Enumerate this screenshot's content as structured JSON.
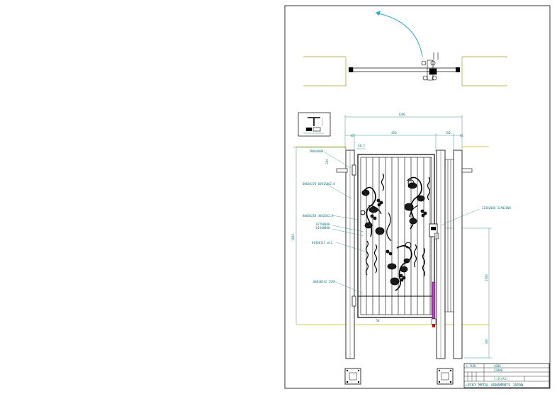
{
  "plan_view": {
    "swing_arrow_color": "#2aa7d6"
  },
  "dimensions": {
    "overall_width": "1200",
    "opening_width": "850",
    "right_offset": "150",
    "left_small": "45",
    "right_small": "45",
    "hinge_gap": "60.5",
    "leaf_height": "1800",
    "handle_height": "1000",
    "post_bottom": "300",
    "bottom_gap": "50",
    "post_top_offset": "200"
  },
  "callouts": [
    {
      "text": "PN604000"
    },
    {
      "text": "00030270 00016002.0"
    },
    {
      "text": "00030250 40X20X2.0"
    },
    {
      "text": "07700000"
    },
    {
      "text": "01500000"
    },
    {
      "text": "04460115 ø12"
    },
    {
      "text": "00030242 25X9"
    },
    {
      "text": "32302000 32A02000"
    }
  ],
  "title_block": {
    "row1_label": "L-CURL",
    "row1_value": "4000",
    "row2_value": "23000",
    "scale": "1:15(A3)",
    "company": "LECKY METAL ORNAMENTS JAPAN"
  },
  "colors": {
    "line": "#000000",
    "dimension": "#0e7c7c",
    "accent_blue": "#2aa7d6",
    "yellow": "#c9b800",
    "magenta": "#cc33cc"
  }
}
